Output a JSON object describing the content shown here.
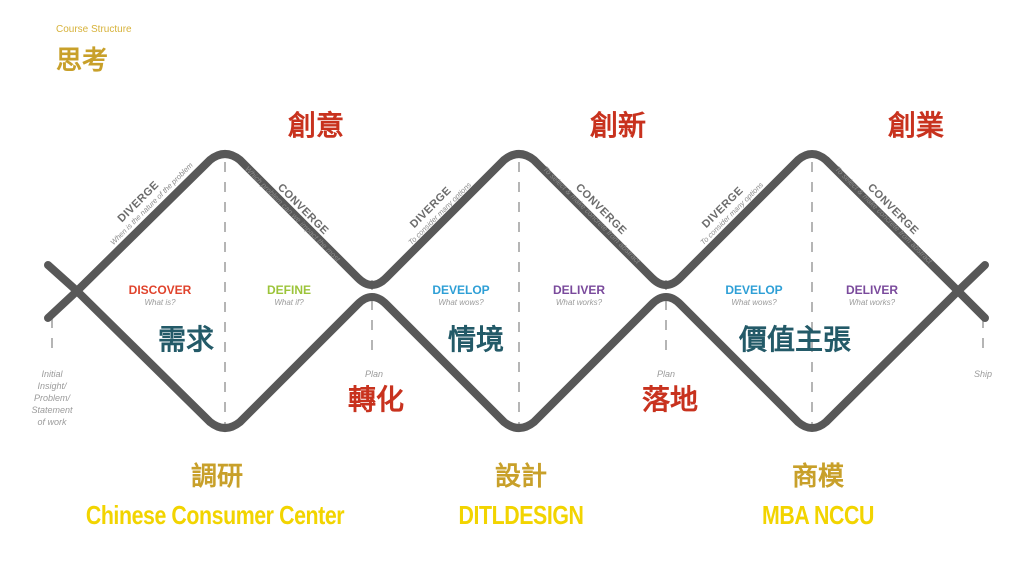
{
  "header": {
    "supertitle": "Course Structure",
    "title": "思考"
  },
  "top_labels": [
    "創意",
    "創新",
    "創業"
  ],
  "diagonals": [
    {
      "title": "DIVERGE",
      "subtitle": "When is the nature of the problem"
    },
    {
      "title": "CONVERGE",
      "subtitle": "Which problem can we impact the most"
    },
    {
      "title": "DIVERGE",
      "subtitle": "To consider many options"
    },
    {
      "title": "CONVERGE",
      "subtitle": "To select & make concrete from abstract"
    },
    {
      "title": "DIVERGE",
      "subtitle": "To consider many options"
    },
    {
      "title": "CONVERGE",
      "subtitle": "To select & make concrete from abstract"
    }
  ],
  "phases": [
    {
      "title": "DISCOVER",
      "subtitle": "What is?",
      "color": "#e0432c"
    },
    {
      "title": "DEFINE",
      "subtitle": "What if?",
      "color": "#9cc43a"
    },
    {
      "title": "DEVELOP",
      "subtitle": "What wows?",
      "color": "#2e9fd6"
    },
    {
      "title": "DELIVER",
      "subtitle": "What works?",
      "color": "#7a4a9c"
    },
    {
      "title": "DEVELOP",
      "subtitle": "What wows?",
      "color": "#2e9fd6"
    },
    {
      "title": "DELIVER",
      "subtitle": "What works?",
      "color": "#7a4a9c"
    }
  ],
  "middle_labels": [
    "需求",
    "情境",
    "價值主張"
  ],
  "transition_labels": [
    "轉化",
    "落地"
  ],
  "side_labels": {
    "start": "Initial\nInsight/\nProblem/\nStatement\nof work",
    "plan1": "Plan",
    "plan2": "Plan",
    "end": "Ship"
  },
  "bottom": [
    {
      "topic": "調研",
      "brand": "Chinese Consumer Center"
    },
    {
      "topic": "設計",
      "brand": "DITLDESIGN"
    },
    {
      "topic": "商模",
      "brand": "MBA NCCU"
    }
  ],
  "colors": {
    "line": "#585858",
    "dash": "#b5b5b5",
    "gold": "#c8a02a",
    "red": "#c8321e",
    "teal": "#235a68",
    "brand_yellow": "#f2d400"
  }
}
